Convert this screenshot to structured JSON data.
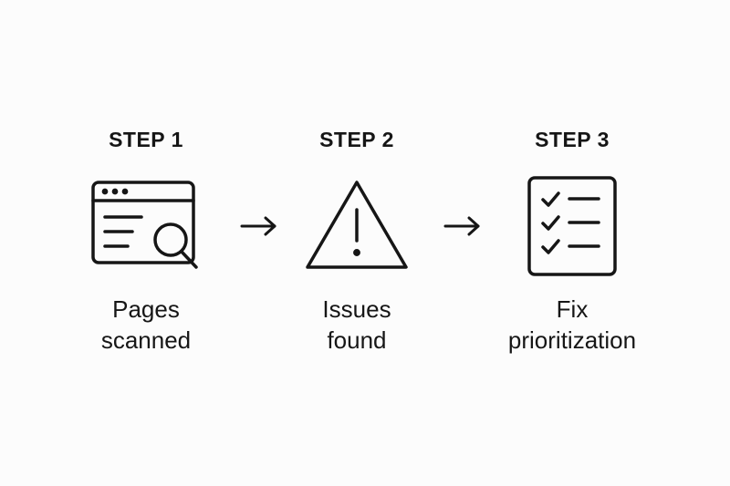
{
  "steps": [
    {
      "title": "STEP 1",
      "caption_line1": "Pages",
      "caption_line2": "scanned",
      "icon": "browser-search-icon"
    },
    {
      "title": "STEP 2",
      "caption_line1": "Issues",
      "caption_line2": "found",
      "icon": "warning-triangle-icon"
    },
    {
      "title": "STEP 3",
      "caption_line1": "Fix",
      "caption_line2": "prioritization",
      "icon": "checklist-icon"
    }
  ],
  "arrows": [
    "arrow-right-icon",
    "arrow-right-icon"
  ],
  "colors": {
    "background": "#fcfcfc",
    "ink": "#161616"
  }
}
